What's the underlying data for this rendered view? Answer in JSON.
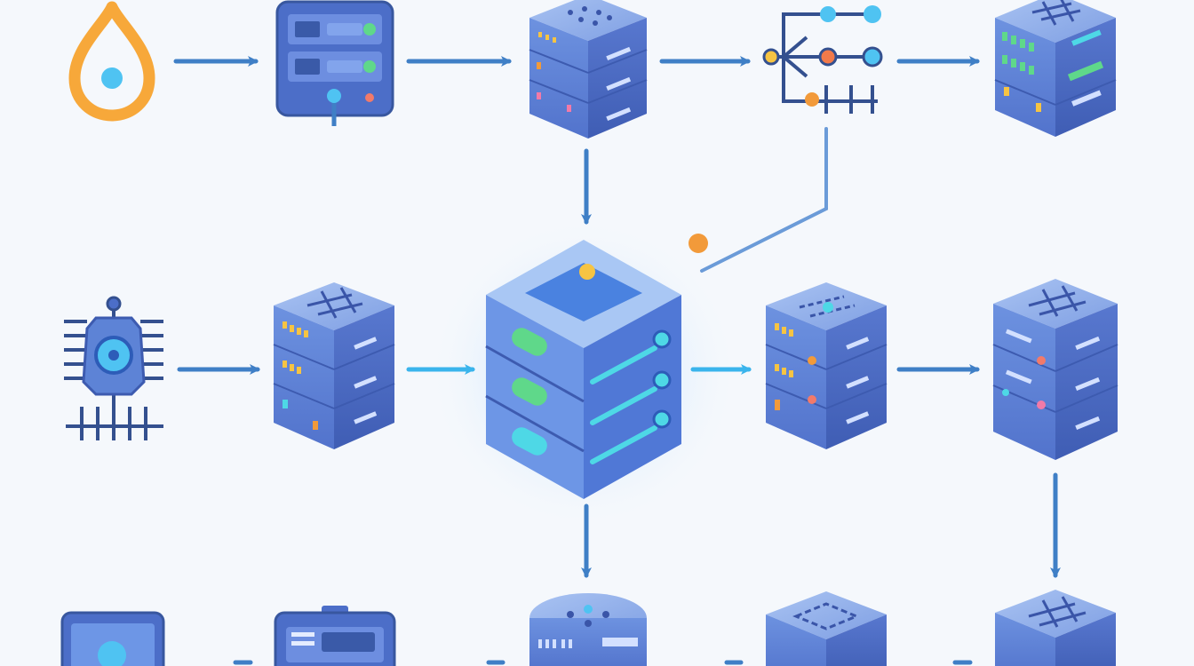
{
  "diagram": {
    "nodes": [
      {
        "id": "source-drop",
        "icon": "water-drop-icon"
      },
      {
        "id": "control-panel",
        "icon": "control-panel-icon"
      },
      {
        "id": "server-rack-top",
        "icon": "server-rack-icon"
      },
      {
        "id": "branch-network",
        "icon": "network-branch-icon"
      },
      {
        "id": "storage-green",
        "icon": "server-rack-icon"
      },
      {
        "id": "sensor-chip",
        "icon": "chip-sensor-icon"
      },
      {
        "id": "server-rack-mid-left",
        "icon": "server-rack-icon"
      },
      {
        "id": "central-hub",
        "icon": "central-server-icon"
      },
      {
        "id": "server-rack-mid-right",
        "icon": "server-rack-icon"
      },
      {
        "id": "server-rack-far-right",
        "icon": "server-rack-icon"
      },
      {
        "id": "tablet-device",
        "icon": "tablet-icon"
      },
      {
        "id": "control-panel-bottom",
        "icon": "control-panel-icon"
      },
      {
        "id": "server-rack-bottom-center",
        "icon": "server-rack-icon"
      },
      {
        "id": "server-rack-bottom-right",
        "icon": "server-rack-icon"
      },
      {
        "id": "server-rack-bottom-far-right",
        "icon": "server-rack-icon"
      }
    ],
    "edges": [
      {
        "from": "source-drop",
        "to": "control-panel"
      },
      {
        "from": "control-panel",
        "to": "server-rack-top"
      },
      {
        "from": "server-rack-top",
        "to": "branch-network"
      },
      {
        "from": "branch-network",
        "to": "storage-green"
      },
      {
        "from": "server-rack-top",
        "to": "central-hub"
      },
      {
        "from": "branch-network",
        "to": "central-hub"
      },
      {
        "from": "sensor-chip",
        "to": "server-rack-mid-left"
      },
      {
        "from": "server-rack-mid-left",
        "to": "central-hub"
      },
      {
        "from": "central-hub",
        "to": "server-rack-mid-right"
      },
      {
        "from": "server-rack-mid-right",
        "to": "server-rack-far-right"
      },
      {
        "from": "central-hub",
        "to": "server-rack-bottom-center"
      },
      {
        "from": "server-rack-far-right",
        "to": "server-rack-bottom-far-right"
      },
      {
        "from": "tablet-device",
        "to": "control-panel-bottom"
      },
      {
        "from": "control-panel-bottom",
        "to": "server-rack-bottom-center"
      },
      {
        "from": "server-rack-bottom-center",
        "to": "server-rack-bottom-right"
      },
      {
        "from": "server-rack-bottom-right",
        "to": "server-rack-bottom-far-right"
      }
    ],
    "colors": {
      "background": "#f5f8fc",
      "arrow": "#3f7fc6",
      "arrow_highlight": "#3ab4ec",
      "server_top": "#8fb0ea",
      "server_side_left": "#5d83d6",
      "server_side_right": "#4668bf",
      "accent_orange": "#f29a3a",
      "accent_green": "#5fd88a",
      "accent_cyan": "#4ed8e6",
      "accent_yellow": "#f6c443",
      "drop_orange": "#f7a83a",
      "drop_core": "#4fc3f2"
    }
  }
}
